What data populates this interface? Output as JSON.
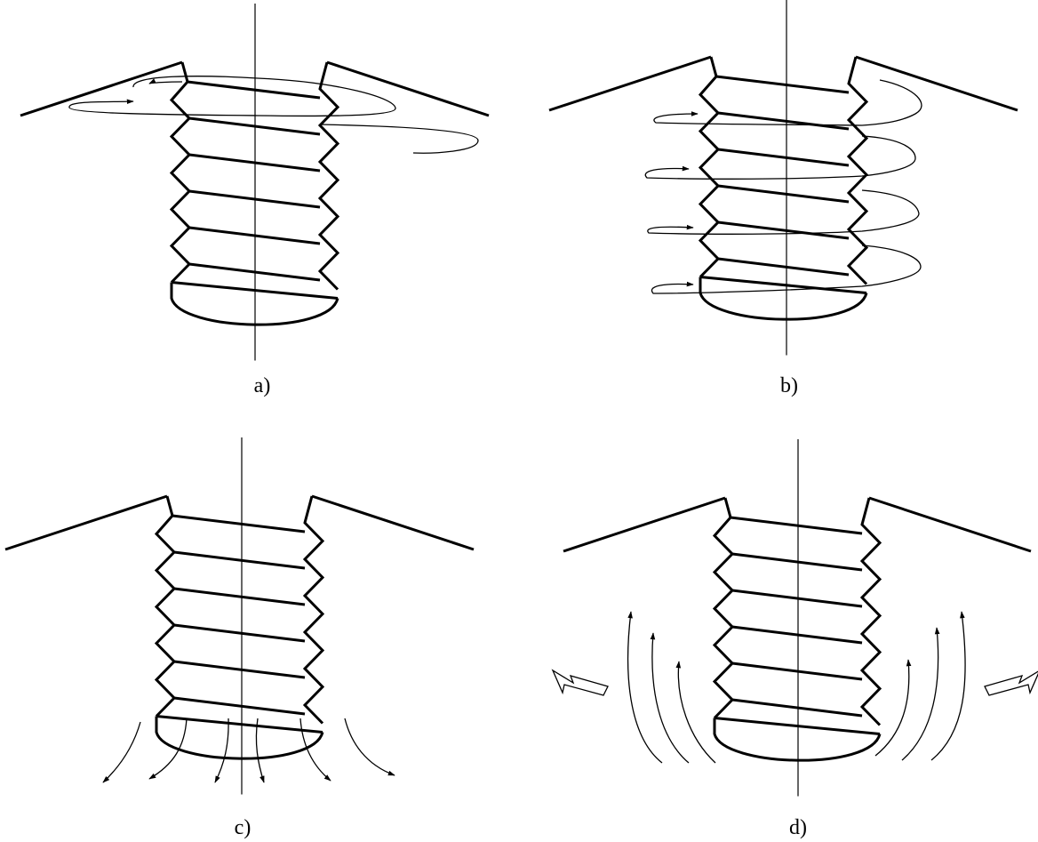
{
  "figure": {
    "panels": [
      {
        "id": "a",
        "label": "a)",
        "flow": "swirl-top"
      },
      {
        "id": "b",
        "label": "b)",
        "flow": "swirl-full-length"
      },
      {
        "id": "c",
        "label": "c)",
        "flow": "downward-at-tip"
      },
      {
        "id": "d",
        "label": "d)",
        "flow": "upward-sides-with-outward-push"
      }
    ],
    "colors": {
      "line": "#000000",
      "background": "#ffffff"
    }
  }
}
